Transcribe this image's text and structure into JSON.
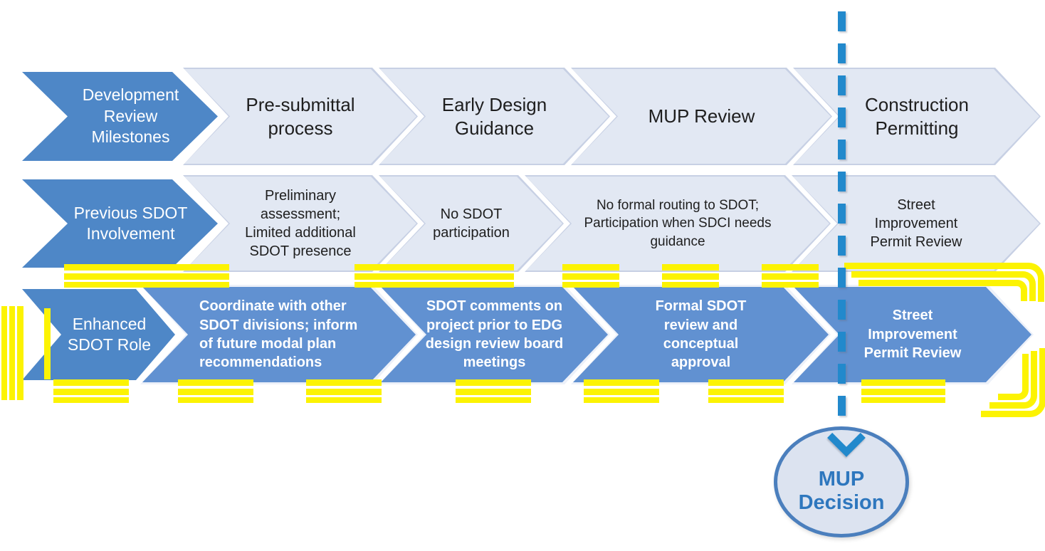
{
  "rows": [
    {
      "label": "Development Review Milestones",
      "items": [
        "Pre-submittal process",
        "Early Design Guidance",
        "MUP Review",
        "Construction Permitting"
      ]
    },
    {
      "label": "Previous SDOT Involvement",
      "items": [
        "Preliminary assessment; Limited additional SDOT presence",
        "No SDOT participation",
        "No formal routing to SDOT; Participation when SDCI needs guidance",
        "Street Improvement Permit Review"
      ]
    },
    {
      "label": "Enhanced SDOT Role",
      "items": [
        "Coordinate with other SDOT divisions; inform of future modal plan recommendations",
        "SDOT comments on project prior to EDG design review board meetings",
        "Formal SDOT review and conceptual approval",
        "Street Improvement Permit Review"
      ]
    }
  ],
  "decision": {
    "label": "MUP Decision"
  },
  "colors": {
    "milestone_label_fill": "#4e87c7",
    "previous_row_fill": "#e2e8f3",
    "enhanced_row_fill": "#6191d1",
    "highlight_yellow": "#fcf303",
    "dashed_line_blue": "#2289cc",
    "decision_text_blue": "#2e77be",
    "decision_border_blue": "#4b7fbd",
    "decision_fill": "#dce3f0"
  }
}
